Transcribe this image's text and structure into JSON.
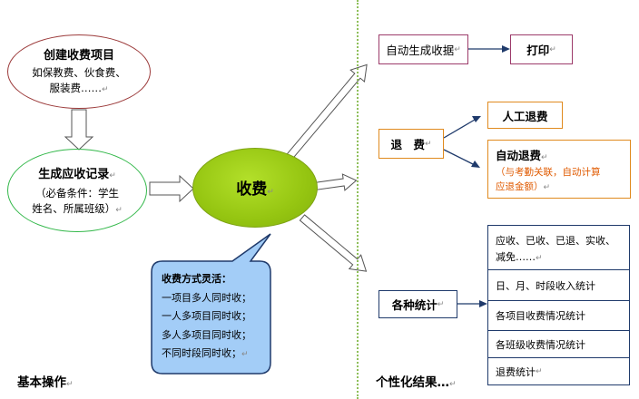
{
  "left": {
    "create_item": {
      "title": "创建收费项目",
      "line1": "如保教费、伙食费、",
      "line2": "服装费……"
    },
    "gen_record": {
      "title": "生成应收记录",
      "line1": "（必备条件：学生",
      "line2": "姓名、所属班级）"
    },
    "charge": {
      "label": "收费"
    },
    "callout": {
      "title": "收费方式灵活：",
      "lines": [
        "一项目多人同时收；",
        "一人多项目同时收；",
        "多人多项目同时收；",
        "不同时段同时收；"
      ]
    },
    "footer": "基本操作"
  },
  "right": {
    "receipt": "自动生成收据",
    "print": "打印",
    "refund": "退　费",
    "manual_refund": "人工退费",
    "auto_refund": {
      "title": "自动退费",
      "note_line1": "（与考勤关联，自动计算",
      "note_line2": "应退金额）"
    },
    "stats": "各种统计",
    "stats_items": [
      "应收、已收、已退、实收、",
      "减免……",
      "日、月、时段收入统计",
      "各项目收费情况统计",
      "各班级收费情况统计",
      "退费统计"
    ],
    "footer": "个性化结果…"
  },
  "mark": "↵",
  "colors": {
    "charge_fill": "#95c511",
    "callout_fill": "#a3cdf7",
    "refund_note": "#e05a00"
  }
}
